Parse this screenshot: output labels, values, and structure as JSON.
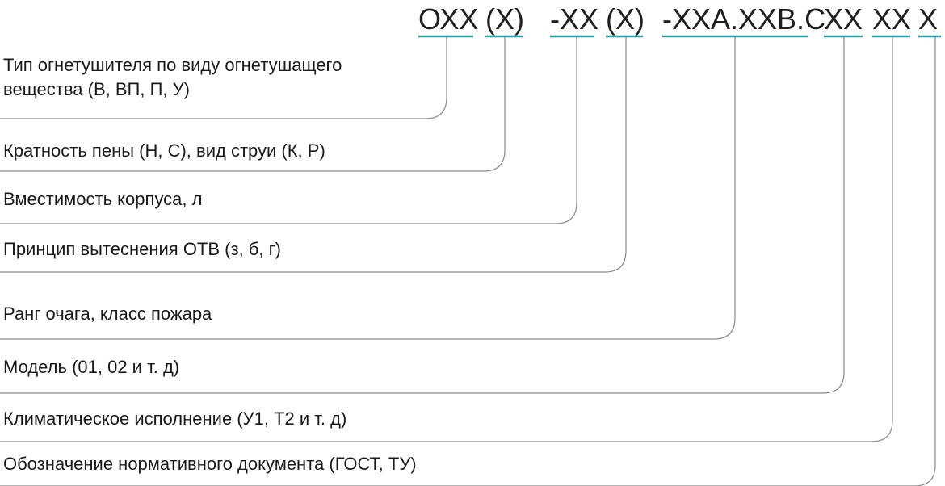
{
  "code_segments": [
    {
      "id": "type",
      "text": "ОХХ"
    },
    {
      "id": "foam",
      "text": "(Х)"
    },
    {
      "id": "volume",
      "text": "-ХХ"
    },
    {
      "id": "displacement",
      "text": "(Х)"
    },
    {
      "id": "rank",
      "text": "-ХХА.ХХВ.С"
    },
    {
      "id": "model",
      "text": "ХХ"
    },
    {
      "id": "climate",
      "text": "ХХ"
    },
    {
      "id": "document",
      "text": "Х"
    }
  ],
  "labels": [
    {
      "segment": "type",
      "lines": [
        "Тип огнетушителя по виду огнетушащего",
        " вещества (В, ВП, П, У)"
      ]
    },
    {
      "segment": "foam",
      "lines": [
        "Кратность пены (Н, С), вид струи (К, Р)"
      ]
    },
    {
      "segment": "volume",
      "lines": [
        "Вместимость корпуса, л"
      ]
    },
    {
      "segment": "displacement",
      "lines": [
        "Принцип вытеснения ОТВ (з, б, г)"
      ]
    },
    {
      "segment": "rank",
      "lines": [
        "Ранг очага, класс пожара"
      ]
    },
    {
      "segment": "model",
      "lines": [
        "Модель (01, 02 и т. д)"
      ]
    },
    {
      "segment": "climate",
      "lines": [
        "Климатическое исполнение (У1, Т2 и т. д)"
      ]
    },
    {
      "segment": "document",
      "lines": [
        "Обозначение нормативного документа (ГОСТ, ТУ)"
      ]
    }
  ],
  "colors": {
    "underline": "#2aa1a8",
    "leader": "#8a8a8a",
    "text": "#1a1a1a"
  }
}
